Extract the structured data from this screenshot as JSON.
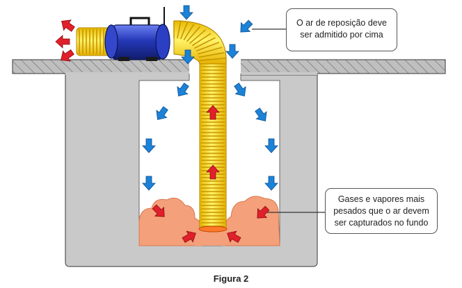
{
  "callouts": {
    "top": [
      "O ar de reposição deve",
      "ser admitido por cima"
    ],
    "bottom": [
      "Gases e vapores mais",
      "pesados  que o ar devem",
      "ser capturados no fundo"
    ]
  },
  "caption": "Figura 2",
  "colors": {
    "ground": "#a8a8a8",
    "pit_wall": "#c9c9c9",
    "pit_interior": "#ffffff",
    "hose": "#ffe01a",
    "hose_ribs": "#d9a400",
    "fan_body": "#2a3fc4",
    "gas_cloud": "#f4a07a",
    "red_arrow": "#e0202a",
    "blue_arrow": "#1b82d8"
  },
  "icons": [
    "fan-blower-icon",
    "flexible-duct-icon",
    "airflow-arrow-icon",
    "gas-cloud-icon"
  ]
}
